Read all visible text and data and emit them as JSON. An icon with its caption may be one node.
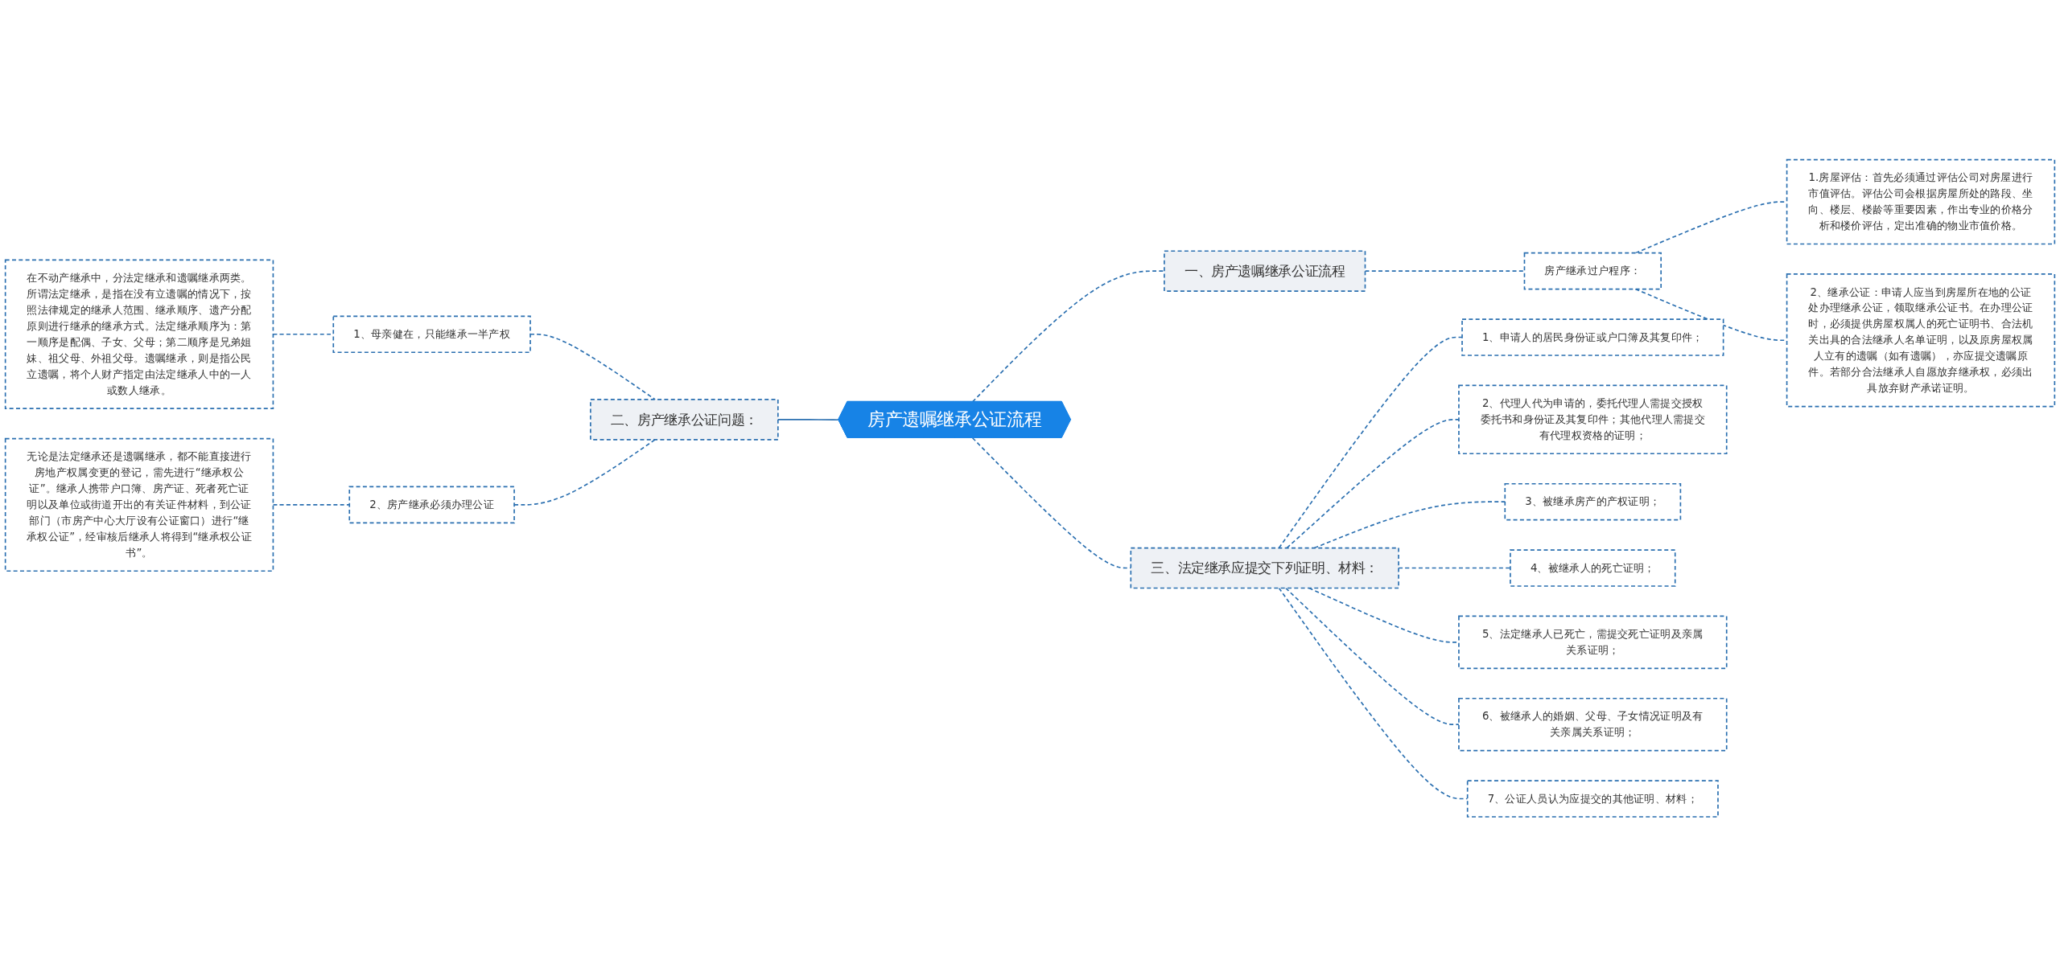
{
  "diagram": {
    "nodes": [
      {
        "text": [
          "房产遗嘱继承公证流程"
        ]
      },
      {
        "text": [
          "二、房产继承公证问题："
        ]
      },
      {
        "text": [
          "1、母亲健在，只能继承一半产权"
        ]
      },
      {
        "text": [
          "在不动产继承中，分法定继承和遗嘱继承两类。所谓法定继承，是指在没有立遗嘱的情况下，按照法律规定的继承人范围、继承顺序、遗产分配原则进行继承的继承方式。法定继承顺序为：第一顺序是配偶、子女、父母；第二顺序是兄弟姐妹、祖父母、外祖父母。遗嘱继承，则是指公民立遗嘱，将个人财产指定由法定继承人中的一人或数人继承。"
        ]
      },
      {
        "text": [
          "2、房产继承必须办理公证"
        ]
      },
      {
        "text": [
          "无论是法定继承还是遗嘱继承，都不能直接进行房地产权属变更的登记，需先进行“继承权公证”。继承人携带户口簿、房产证、死者死亡证明以及单位或街道开出的有关证件材料，到公证部门（市房产中心大厅设有公证窗口）进行“继承权公证”，经审核后继承人将得到“继承权公证书”。"
        ]
      },
      {
        "text": [
          "一、房产遗嘱继承公证流程"
        ]
      },
      {
        "text": [
          "房产继承过户程序："
        ]
      },
      {
        "text": [
          "1.房屋评估：首先必须通过评估公司对房屋进行市值评估。评估公司会根据房屋所处的路段、坐向、楼层、楼龄等重要因素，作出专业的价格分析和楼价评估，定出准确的物业市值价格。"
        ]
      },
      {
        "text": [
          "2、继承公证：申请人应当到房屋所在地的公证处办理继承公证，领取继承公证书。在办理公证时，必须提供房屋权属人的死亡证明书、合法机关出具的合法继承人名单证明，以及原房屋权属人立有的遗嘱（如有遗嘱），亦应提交遗嘱原件。若部分合法继承人自愿放弃继承权，必须出具放弃财产承诺证明。"
        ]
      },
      {
        "text": [
          "三、法定继承应提交下列证明、材料："
        ]
      },
      {
        "text": [
          "1、申请人的居民身份证或户口簿及其复印件；"
        ]
      },
      {
        "text": [
          "2、代理人代为申请的，委托代理人需提交授权委托书和身份证及其复印件；其他代理人需提交有代理权资格的证明；"
        ]
      },
      {
        "text": [
          "3、被继承房产的产权证明；"
        ]
      },
      {
        "text": [
          "4、被继承人的死亡证明；"
        ]
      },
      {
        "text": [
          "5、法定继承人已死亡，需提交死亡证明及亲属关系证明；"
        ]
      },
      {
        "text": [
          "6、被继承人的婚姻、父母、子女情况证明及有关亲属关系证明；"
        ]
      },
      {
        "text": [
          "7、公证人员认为应提交的其他证明、材料；"
        ]
      }
    ],
    "edges": [
      {
        "from": 1,
        "to": 0,
        "arrow": "none"
      },
      {
        "from": 2,
        "to": 1,
        "arrow": "none",
        "style": "dashed"
      },
      {
        "from": 3,
        "to": 2,
        "arrow": "none",
        "style": "dashed"
      },
      {
        "from": 4,
        "to": 1,
        "arrow": "none",
        "style": "dashed"
      },
      {
        "from": 5,
        "to": 4,
        "arrow": "none",
        "style": "dashed"
      },
      {
        "from": 0,
        "to": 6,
        "arrow": "none",
        "style": "dashed"
      },
      {
        "from": 6,
        "to": 7,
        "arrow": "none",
        "style": "dashed"
      },
      {
        "from": 7,
        "to": 8,
        "arrow": "none",
        "style": "dashed"
      },
      {
        "from": 7,
        "to": 9,
        "arrow": "none",
        "style": "dashed"
      },
      {
        "from": 0,
        "to": 10,
        "arrow": "none",
        "style": "dashed"
      },
      {
        "from": 10,
        "to": 11,
        "arrow": "none",
        "style": "dashed"
      },
      {
        "from": 10,
        "to": 12,
        "arrow": "none",
        "style": "dashed"
      },
      {
        "from": 10,
        "to": 13,
        "arrow": "none",
        "style": "dashed"
      },
      {
        "from": 10,
        "to": 14,
        "arrow": "none",
        "style": "dashed"
      },
      {
        "from": 10,
        "to": 15,
        "arrow": "none",
        "style": "dashed"
      },
      {
        "from": 10,
        "to": 16,
        "arrow": "none",
        "style": "dashed"
      },
      {
        "from": 10,
        "to": 17,
        "arrow": "none",
        "style": "dashed"
      }
    ]
  }
}
